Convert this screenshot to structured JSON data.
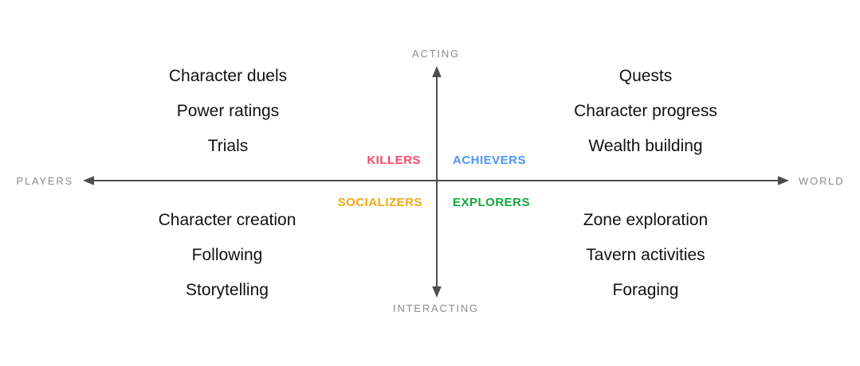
{
  "diagram": {
    "axes": {
      "top_label": "ACTING",
      "bottom_label": "INTERACTING",
      "left_label": "PLAYERS",
      "right_label": "WORLD"
    },
    "quadrant_types": {
      "killers": {
        "label": "KILLERS",
        "color": "#f7496c"
      },
      "achievers": {
        "label": "ACHIEVERS",
        "color": "#4d96f5"
      },
      "socializers": {
        "label": "SOCIALIZERS",
        "color": "#f3a712"
      },
      "explorers": {
        "label": "EXPLORERS",
        "color": "#10a73e"
      }
    },
    "quadrant_items": {
      "top_left": [
        "Character duels",
        "Power ratings",
        "Trials"
      ],
      "top_right": [
        "Quests",
        "Character progress",
        "Wealth building"
      ],
      "bottom_left": [
        "Character creation",
        "Following",
        "Storytelling"
      ],
      "bottom_right": [
        "Zone exploration",
        "Tavern activities",
        "Foraging"
      ]
    },
    "colors": {
      "axis": "#4d4d4d",
      "axis_label": "#8c8c8c",
      "text": "#111111"
    }
  }
}
